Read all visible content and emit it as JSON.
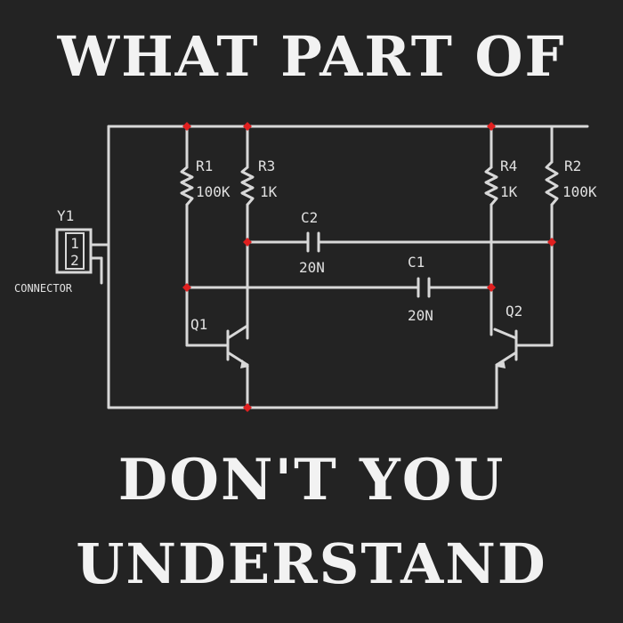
{
  "headline": {
    "line1": "WHAT PART OF",
    "line2": "DON'T YOU",
    "line3": "UNDERSTAND"
  },
  "schematic": {
    "connector": {
      "ref": "Y1",
      "pin1": "1",
      "pin2": "2",
      "label": "CONNECTOR"
    },
    "R1": {
      "ref": "R1",
      "value": "100K"
    },
    "R3": {
      "ref": "R3",
      "value": "1K"
    },
    "R4": {
      "ref": "R4",
      "value": "1K"
    },
    "R2": {
      "ref": "R2",
      "value": "100K"
    },
    "C2": {
      "ref": "C2",
      "value": "20N"
    },
    "C1": {
      "ref": "C1",
      "value": "20N"
    },
    "Q1": {
      "ref": "Q1"
    },
    "Q2": {
      "ref": "Q2"
    }
  },
  "colors": {
    "background": "#232323",
    "text": "#f2f2f2",
    "wire": "#d8d8d8",
    "node": "#e02020"
  }
}
